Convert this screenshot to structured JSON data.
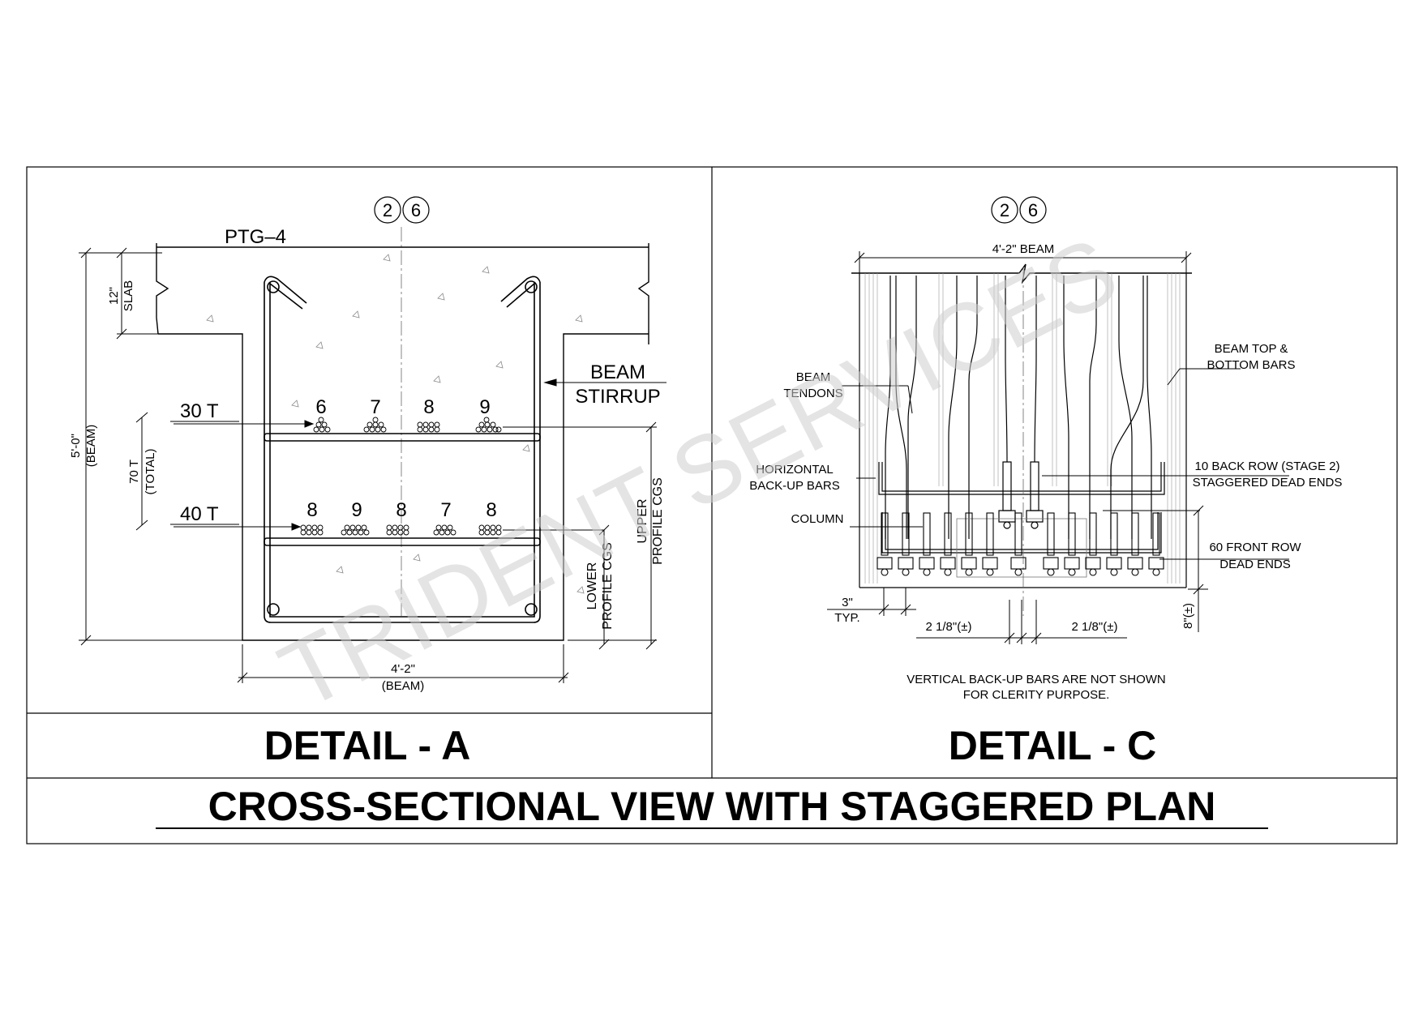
{
  "sheet": {
    "title": "CROSS-SECTIONAL VIEW WITH STAGGERED PLAN",
    "watermark": "TRIDENT SERVICES"
  },
  "detail_a": {
    "caption": "DETAIL - A",
    "grid_bubbles": [
      "2",
      "6"
    ],
    "girder_id": "PTG–4",
    "slab_dim": "12\"",
    "slab_label": "SLAB",
    "height_dim": "5'-0\"",
    "height_sub": "(BEAM)",
    "total_dim": "70 T",
    "total_sub": "(TOTAL)",
    "upper_row_label": "30 T",
    "lower_row_label": "40 T",
    "upper_bundle_counts": [
      "6",
      "7",
      "8",
      "9"
    ],
    "lower_bundle_counts": [
      "8",
      "9",
      "8",
      "7",
      "8"
    ],
    "stirrup_label_1": "BEAM",
    "stirrup_label_2": "STIRRUP",
    "upper_cgs_1": "UPPER",
    "upper_cgs_2": "PROFILE CGS",
    "lower_cgs_1": "LOWER",
    "lower_cgs_2": "PROFILE CGS",
    "width_dim": "4'-2\"",
    "width_sub": "(BEAM)"
  },
  "detail_c": {
    "caption": "DETAIL - C",
    "grid_bubbles": [
      "2",
      "6"
    ],
    "beam_width": "4'-2\" BEAM",
    "beam_tendons_1": "BEAM",
    "beam_tendons_2": "TENDONS",
    "top_bottom_1": "BEAM TOP &",
    "top_bottom_2": "BOTTOM BARS",
    "horiz_1": "HORIZONTAL",
    "horiz_2": "BACK-UP BARS",
    "back_row_1": "10 BACK ROW (STAGE 2)",
    "back_row_2": "STAGGERED DEAD ENDS",
    "column": "COLUMN",
    "front_row_1": "60 FRONT ROW",
    "front_row_2": "DEAD ENDS",
    "dim_3in": "3\"",
    "dim_typ": "TYP.",
    "dim_left": "2 1/8\"(±)",
    "dim_right": "2 1/8\"(±)",
    "dim_8in": "8\"(±)",
    "note_1": "VERTICAL BACK-UP BARS ARE NOT SHOWN",
    "note_2": "FOR CLERITY PURPOSE."
  }
}
